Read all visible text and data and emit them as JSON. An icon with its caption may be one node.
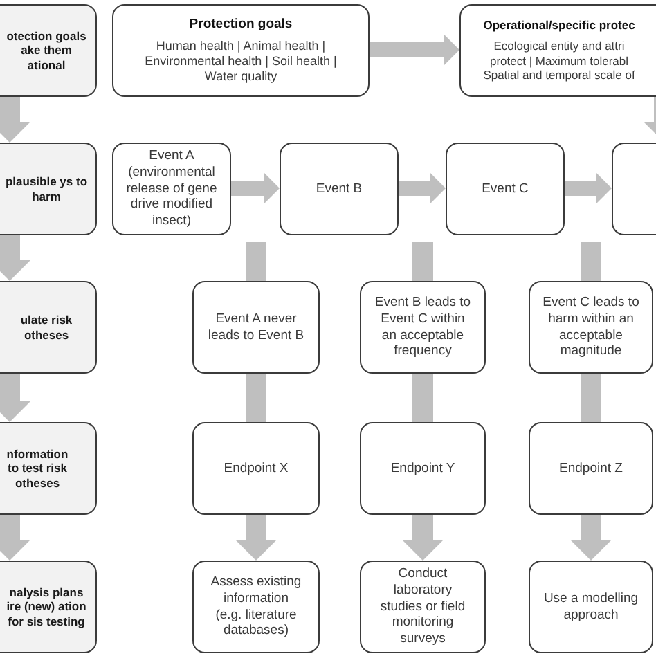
{
  "diagram": {
    "nodes": [
      {
        "text": [
          "otection goals ake them ational"
        ]
      },
      {
        "text": [
          "Protection goals",
          "Human health | Animal health | Environmental health | Soil health | Water quality"
        ]
      },
      {
        "text": [
          "Operational/specific protec",
          "Ecological entity and attri protect | Maximum tolerabl Spatial and temporal scale of"
        ]
      },
      {
        "text": [
          "plausible ys to harm"
        ]
      },
      {
        "text": [
          "Event A (environmental release of gene drive modified insect)"
        ]
      },
      {
        "text": [
          "Event B"
        ]
      },
      {
        "text": [
          "Event C"
        ]
      },
      {
        "text": [],
        "shape": "box"
      },
      {
        "text": [
          "ulate risk otheses"
        ]
      },
      {
        "text": [
          "Event A never leads to Event B"
        ]
      },
      {
        "text": [
          "Event B leads to Event C within an acceptable frequency"
        ]
      },
      {
        "text": [
          "Event C leads to harm within an acceptable magnitude"
        ]
      },
      {
        "text": [
          "nformation to test risk otheses"
        ]
      },
      {
        "text": [
          "Endpoint X"
        ]
      },
      {
        "text": [
          "Endpoint Y"
        ]
      },
      {
        "text": [
          "Endpoint Z"
        ]
      },
      {
        "text": [
          "nalysis plans ire (new) ation for sis testing"
        ]
      },
      {
        "text": [
          "Assess existing information (e.g. literature databases)"
        ]
      },
      {
        "text": [
          "Conduct laboratory studies or field monitoring surveys"
        ]
      },
      {
        "text": [
          "Use a modelling approach"
        ]
      }
    ],
    "edges": [
      {
        "from": 0,
        "to": 3,
        "arrow": "to"
      },
      {
        "from": 3,
        "to": 8,
        "arrow": "to"
      },
      {
        "from": 8,
        "to": 12,
        "arrow": "to"
      },
      {
        "from": 12,
        "to": 16,
        "arrow": "to"
      },
      {
        "from": 1,
        "to": 2,
        "arrow": "to"
      },
      {
        "from": 2,
        "to": 7,
        "arrow": "to"
      },
      {
        "from": 4,
        "to": 5,
        "arrow": "to"
      },
      {
        "from": 5,
        "to": 6,
        "arrow": "to"
      },
      {
        "from": 6,
        "to": 7,
        "arrow": "to"
      },
      {
        "from": null,
        "to": 9,
        "arrow": "none"
      },
      {
        "from": null,
        "to": 10,
        "arrow": "none"
      },
      {
        "from": null,
        "to": 11,
        "arrow": "none"
      },
      {
        "from": 9,
        "to": 13,
        "arrow": "none"
      },
      {
        "from": 10,
        "to": 14,
        "arrow": "none"
      },
      {
        "from": 11,
        "to": 15,
        "arrow": "none"
      },
      {
        "from": 13,
        "to": 17,
        "arrow": "to"
      },
      {
        "from": 14,
        "to": 18,
        "arrow": "to"
      },
      {
        "from": 15,
        "to": 19,
        "arrow": "to"
      }
    ]
  }
}
